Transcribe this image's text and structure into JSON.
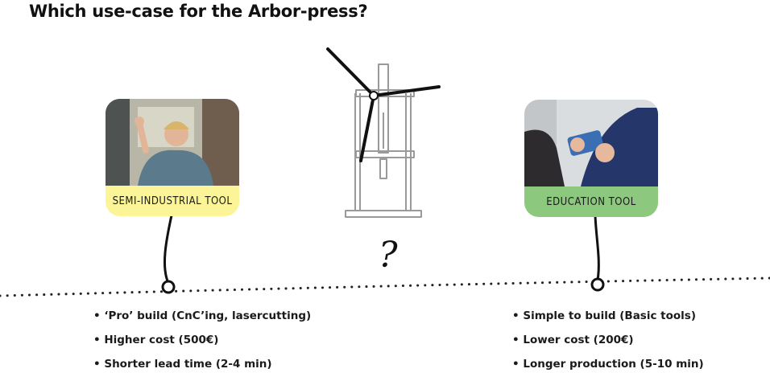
{
  "title": "Which use-case for the Arbor-press?",
  "question_mark": "?",
  "options": [
    {
      "label": "SEMI-INDUSTRIAL TOOL",
      "label_color": "#fbf597",
      "bullets": [
        "‘Pro’ build  (CnC’ing, lasercutting)",
        "Higher cost (500€)",
        "Shorter lead time (2-4 min)"
      ]
    },
    {
      "label": "EDUCATION TOOL",
      "label_color": "#8cc97e",
      "bullets": [
        "Simple to build (Basic tools)",
        "Lower cost (200€)",
        "Longer production (5-10 min)"
      ]
    }
  ],
  "colors": {
    "timeline": "#111111",
    "press_sketch": "#9a9a9a"
  }
}
